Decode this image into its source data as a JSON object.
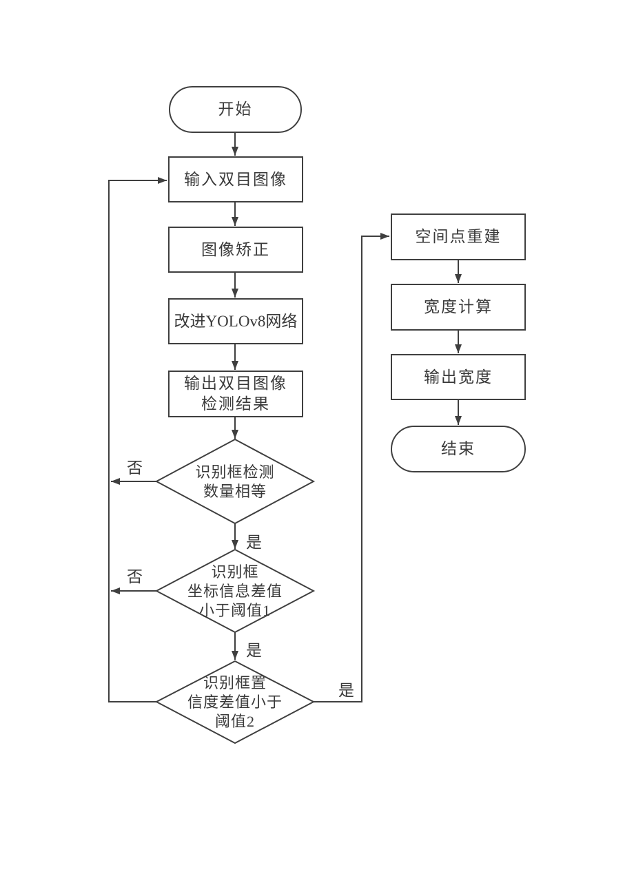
{
  "diagram": {
    "title_implicit": "",
    "type": "flowchart",
    "colors": {
      "line": "#3f3f3f",
      "text": "#3a3a3a",
      "background": "#ffffff"
    }
  },
  "nodes": {
    "start": {
      "label": "开始",
      "shape": "terminator"
    },
    "input_images": {
      "label": "输入双目图像",
      "shape": "process"
    },
    "rectify": {
      "label": "图像矫正",
      "shape": "process"
    },
    "yolo_network": {
      "label": "改进YOLOv8网络",
      "shape": "process"
    },
    "detect_result": {
      "label": "输出双目图像\n检测结果",
      "shape": "process"
    },
    "d1": {
      "label": "识别框检测\n数量相等",
      "shape": "decision"
    },
    "d2": {
      "label": "识别框\n坐标信息差值\n小于阈值1",
      "shape": "decision"
    },
    "d3": {
      "label": "识别框置\n信度差值小于\n阈值2",
      "shape": "decision"
    },
    "reconstruct": {
      "label": "空间点重建",
      "shape": "process"
    },
    "width_calc": {
      "label": "宽度计算",
      "shape": "process"
    },
    "output_width": {
      "label": "输出宽度",
      "shape": "process"
    },
    "end": {
      "label": "结束",
      "shape": "terminator"
    }
  },
  "edge_labels": {
    "d1_no": "否",
    "d1_yes": "是",
    "d2_no": "否",
    "d2_yes": "是",
    "d3_yes": "是"
  }
}
